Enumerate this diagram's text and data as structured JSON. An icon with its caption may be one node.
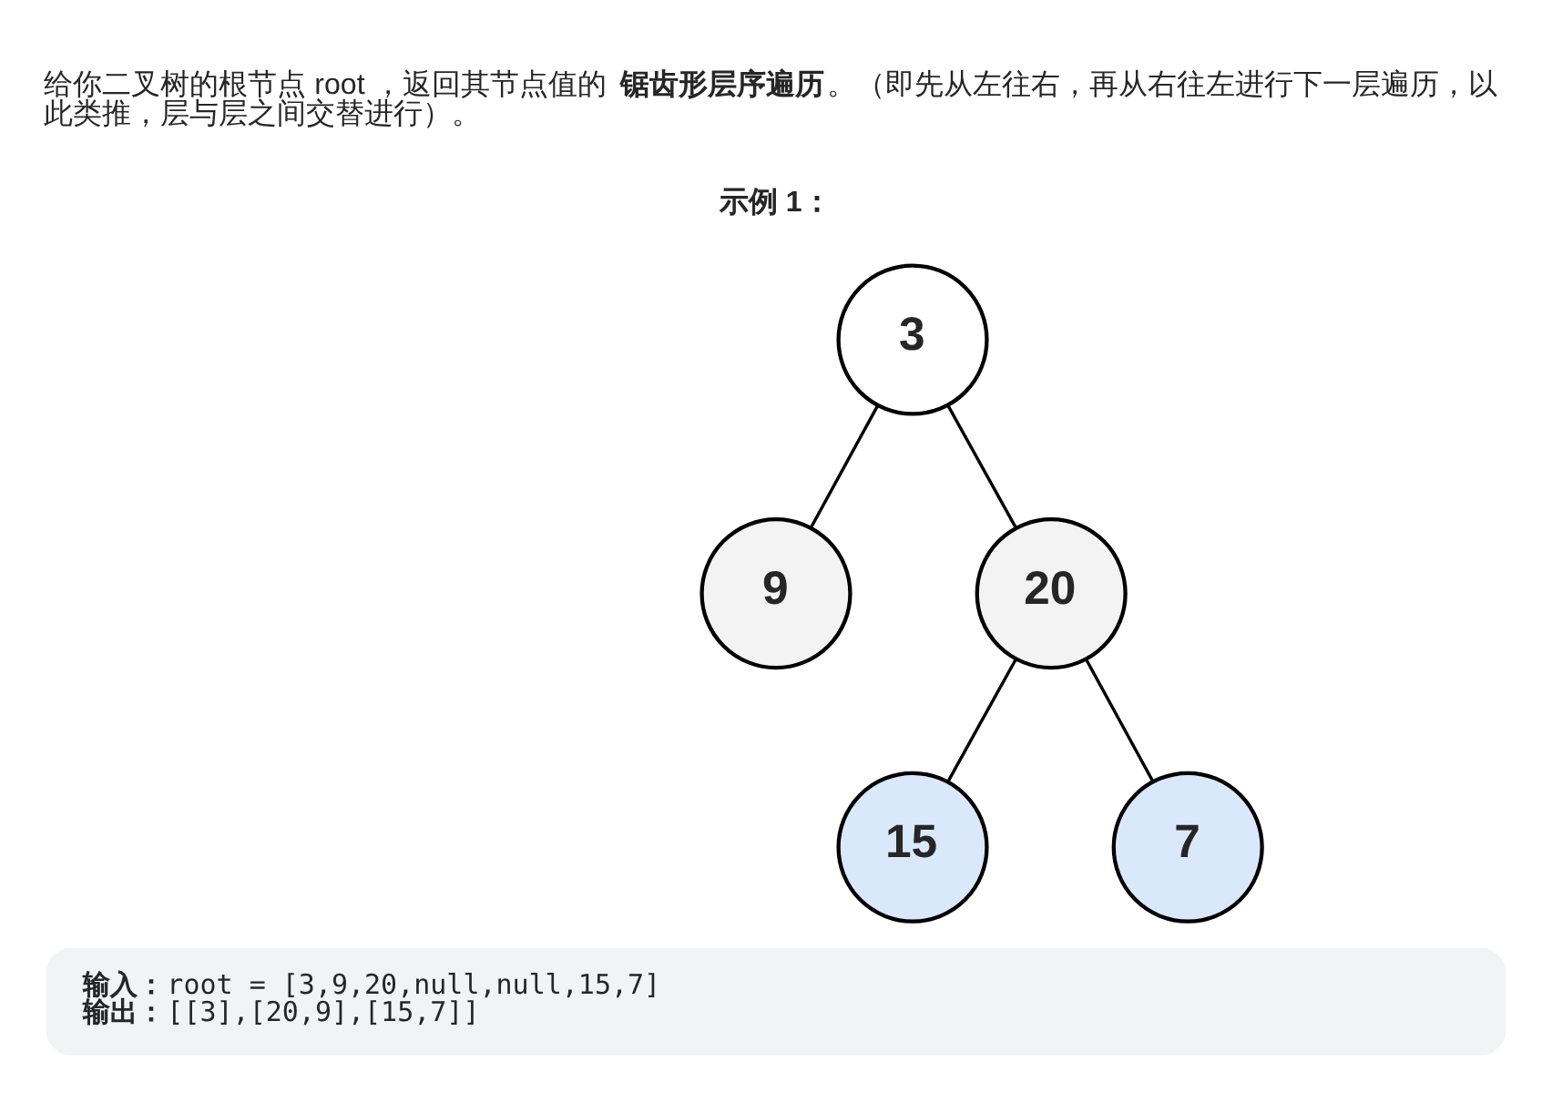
{
  "diagram": {
    "nodes": [
      {
        "text": [
          "3"
        ]
      },
      {
        "text": [
          "9"
        ]
      },
      {
        "text": [
          "20"
        ]
      },
      {
        "text": [
          "15"
        ]
      },
      {
        "text": [
          "7"
        ]
      },
      {
        "text": [
          "**输入：**root = [3,9,20,null,null,15,7]",
          "**输出：**[[3],[20,9],[15,7]]"
        ]
      }
    ],
    "edges": [
      {
        "from": 0,
        "to": 1,
        "arrow": "none"
      },
      {
        "from": 0,
        "to": 2,
        "arrow": "none"
      },
      {
        "from": 2,
        "to": 3,
        "arrow": "none"
      },
      {
        "from": 2,
        "to": 4,
        "arrow": "none"
      }
    ],
    "labels": [
      "给你二叉树的根节点 root ，返回其节点值的 **锯齿形层序遍历** 。（即先从左往右，再从右往左进行下一层遍历，以此类推，层与层之间交替进行）。",
      "示例 1："
    ]
  }
}
